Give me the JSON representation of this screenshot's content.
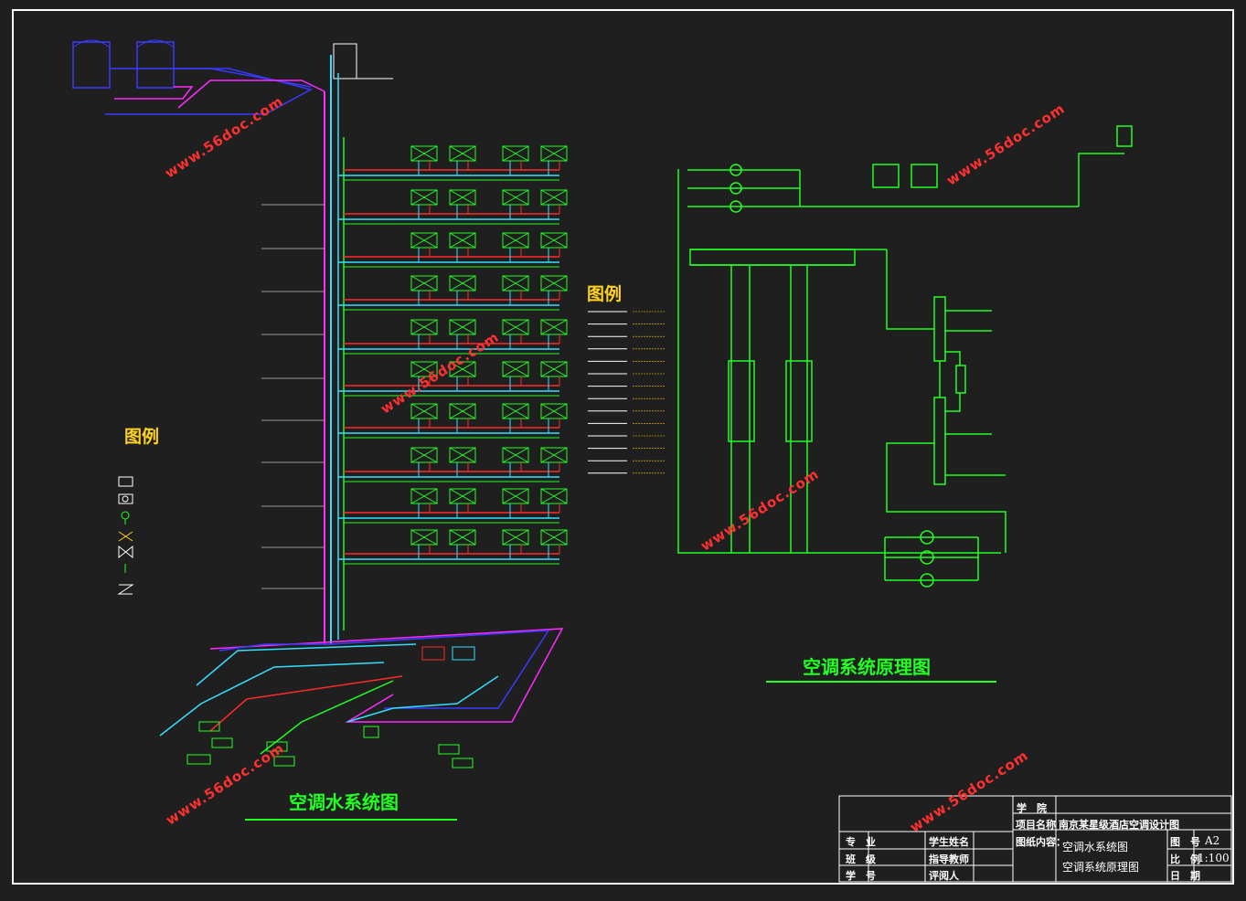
{
  "titles": {
    "water_system": "空调水系统图",
    "principle": "空调系统原理图"
  },
  "legend_titles": {
    "left": "图例",
    "middle": "图例"
  },
  "watermark": "www.56doc.com",
  "title_block": {
    "college_label": "学　院",
    "project_label": "项目名称",
    "project_value": "南京某星级酒店空调设计图",
    "content_label": "图纸内容：",
    "content_line1": "空调水系统图",
    "content_line2": "空调系统原理图",
    "major_label": "专　业",
    "class_label": "班　级",
    "student_id_label": "学　号",
    "student_name_label": "学生姓名",
    "advisor_label": "指导教师",
    "reviewer_label": "评阅人",
    "drawing_no_label": "图　号",
    "drawing_no_value": "A2",
    "scale_label": "比　例",
    "scale_value": "1:100",
    "date_label": "日　期"
  },
  "colors": {
    "background": "#1f1f1f",
    "frame": "#ffffff",
    "green": "#22ff22",
    "cyan": "#33e0ff",
    "red": "#ff2a2a",
    "magenta": "#ff2bff",
    "blue": "#3a3aff",
    "yellow": "#ffd21e",
    "gray": "#9a9a9a"
  }
}
